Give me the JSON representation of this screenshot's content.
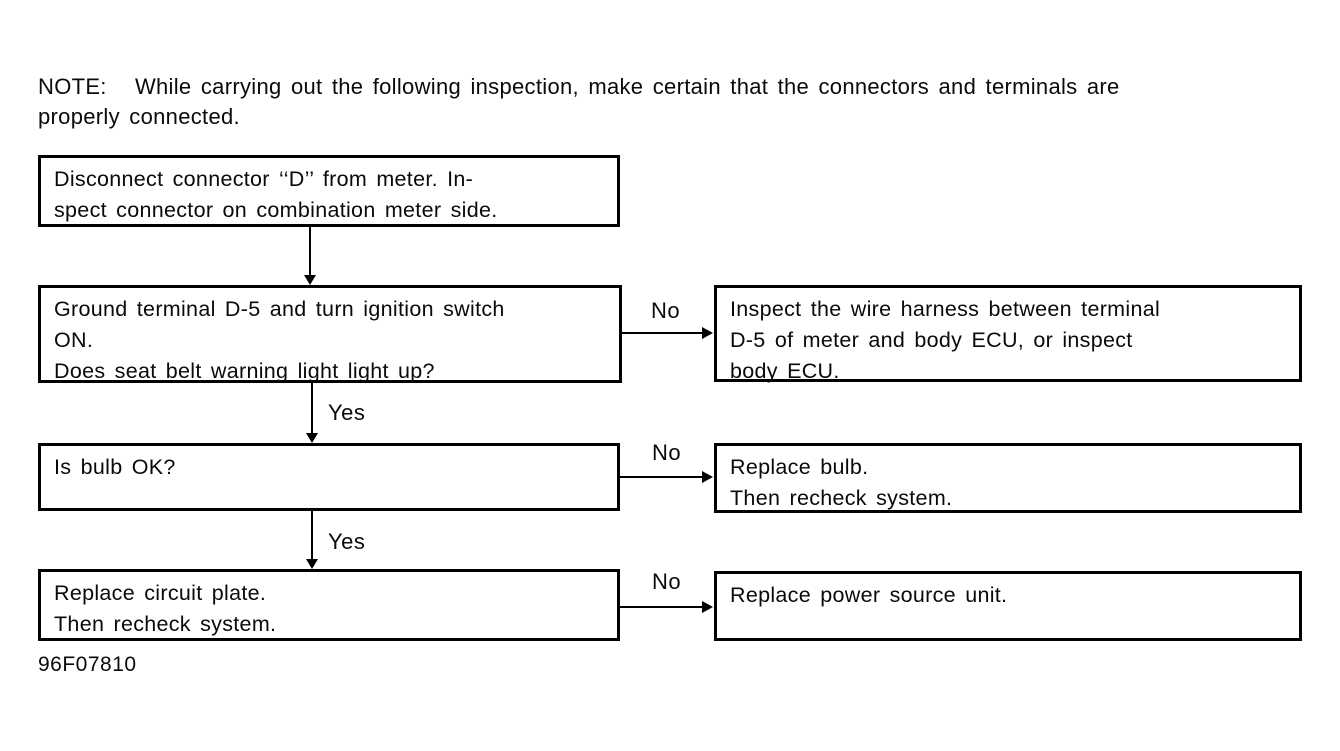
{
  "note": {
    "text": "NOTE:   While carrying out the following inspection, make certain that the connectors and terminals are\nproperly connected."
  },
  "flowchart": {
    "nodes": [
      {
        "id": "disconnect-connector",
        "text": "Disconnect connector ‘‘D’’ from meter. In-\nspect connector on combination meter side."
      },
      {
        "id": "ground-terminal",
        "text": "Ground terminal D-5 and turn ignition switch\nON.\nDoes seat belt warning light light up?"
      },
      {
        "id": "inspect-wire-harness",
        "text": "Inspect the wire harness between terminal\nD-5 of meter and body ECU, or inspect\nbody ECU."
      },
      {
        "id": "is-bulb-ok",
        "text": "Is bulb OK?"
      },
      {
        "id": "replace-bulb",
        "text": "Replace bulb.\nThen recheck system."
      },
      {
        "id": "replace-circuit-plate",
        "text": "Replace circuit plate.\nThen recheck system."
      },
      {
        "id": "replace-power-source-unit",
        "text": "Replace power source unit."
      }
    ],
    "edges": [
      {
        "from": "disconnect-connector",
        "to": "ground-terminal",
        "label": ""
      },
      {
        "from": "ground-terminal",
        "to": "is-bulb-ok",
        "label": "Yes"
      },
      {
        "from": "ground-terminal",
        "to": "inspect-wire-harness",
        "label": "No"
      },
      {
        "from": "is-bulb-ok",
        "to": "replace-circuit-plate",
        "label": "Yes"
      },
      {
        "from": "is-bulb-ok",
        "to": "replace-bulb",
        "label": "No"
      },
      {
        "from": "replace-circuit-plate",
        "to": "replace-power-source-unit",
        "label": "No"
      }
    ]
  },
  "figure_code": "96F07810",
  "colors": {
    "background": "#ffffff",
    "ink": "#000000"
  }
}
